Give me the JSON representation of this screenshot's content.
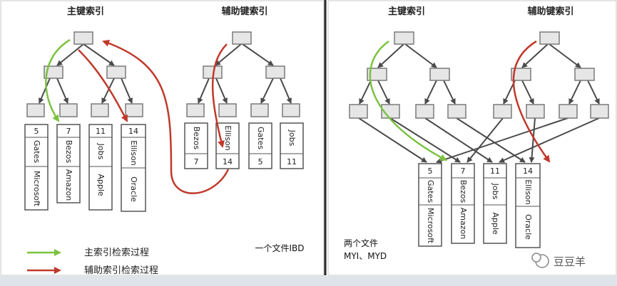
{
  "left_panel": {
    "primary_title": "主键索引",
    "secondary_title": "辅助键索引",
    "primary_leaves": [
      {
        "id": "5",
        "name": "Gates",
        "company": "Microsoft"
      },
      {
        "id": "7",
        "name": "Bezos",
        "company": "Amazon"
      },
      {
        "id": "11",
        "name": "Jobs",
        "company": "Apple"
      },
      {
        "id": "14",
        "name": "Ellison",
        "company": "Oracle"
      }
    ],
    "secondary_leaves": [
      {
        "name": "Bezos",
        "id": "7"
      },
      {
        "name": "Ellison",
        "id": "14"
      },
      {
        "name": "Gates",
        "id": "5"
      },
      {
        "name": "Jobs",
        "id": "11"
      }
    ],
    "file_note": "一个文件IBD"
  },
  "right_panel": {
    "primary_title": "主键索引",
    "secondary_title": "辅助键索引",
    "records": [
      {
        "id": "5",
        "name": "Gates",
        "company": "Microsoft"
      },
      {
        "id": "7",
        "name": "Bezos",
        "company": "Amazon"
      },
      {
        "id": "11",
        "name": "Jobs",
        "company": "Apple"
      },
      {
        "id": "14",
        "name": "Ellison",
        "company": "Oracle"
      }
    ],
    "file_note_line1": "两个文件",
    "file_note_line2": "MYI、MYD"
  },
  "legend": {
    "green_label": "主索引检索过程",
    "red_label": "辅助索引检索过程"
  },
  "watermark": {
    "text": "豆豆羊"
  },
  "colors": {
    "green_arrow": "#7cc242",
    "red_arrow": "#c0392b",
    "node_fill": "#e6e6e6",
    "node_stroke": "#7a7a7a",
    "edge": "#4a4a4a",
    "divider": "#2b2b2b"
  }
}
